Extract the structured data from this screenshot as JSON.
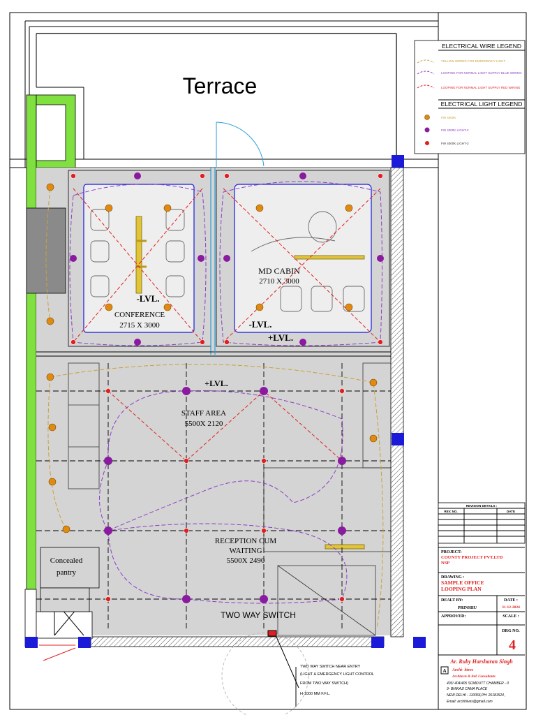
{
  "terrace": "Terrace",
  "legend": {
    "wire_title": "ELECTRICAL WIRE LEGEND",
    "wire_items": [
      "YELLOW WIRING FOR EMERGENCY LIGHT",
      "LOOPING FOR NORMAL LIGHT SUPPLY BLUE WIRING",
      "LOOPING FOR NORMAL LIGHT SUPPLY RED WIRING"
    ],
    "light_title": "ELECTRICAL LIGHT LEGEND",
    "light_items": [
      "FW 4000K",
      "FW 4000K LIGHT-2",
      "FW 4000K LIGHT-3"
    ]
  },
  "rooms": {
    "conference": {
      "name": "CONFERENCE",
      "size": "2715 X 3000",
      "level": "-LVL."
    },
    "md_cabin": {
      "name": "MD CABIN",
      "size": "2710 X 3000",
      "level": "-LVL.",
      "level2": "+LVL."
    },
    "staff": {
      "name": "STAFF AREA",
      "size": "5500X 2120",
      "level": "+LVL."
    },
    "reception": {
      "name": "RECEPTION CUM",
      "name2": "WAITING",
      "size": "5500X 2490"
    },
    "pantry": {
      "name": "Concealed",
      "name2": "pantry"
    },
    "switch_label": "TWO WAY SWITCH"
  },
  "note": [
    "TWO WAY SWITCH NEAR ENTRY",
    "(LIGHT & EMERGENCY LIGHT CONTROL",
    "FROM TWO WAY SWITCH)",
    "H-1000 MM F.F.L."
  ],
  "title_block": {
    "revision_title": "REVISION DETAILS :",
    "rev_no": "REV. NO.",
    "date_head": "DATE",
    "project_label": "PROJECT:",
    "project_value": "COUNTY PROJECT PVT.LTD",
    "project_value2": "NSP",
    "drawing_label": "DRAWING :",
    "drawing_value": "SAMPLE OFFICE",
    "drawing_value2": "LOOPING PLAN",
    "dealt_label": "DEALT BY:",
    "dealt_value": "PRINSHU",
    "date_label": "DATE :",
    "date_value": "31-12-2024",
    "approved_label": "APPROVED:",
    "scale_label": "SCALE :",
    "drg_label": "DRG NO.",
    "drg_value": "4",
    "architect": "Ar. Ruby Harsharan Singh",
    "firm": "Archi- hives",
    "firm_tag": "Architects & Intl. Consultants",
    "addr1": "403/ 404/405 SOMDUTT CHAMBER - II",
    "addr2": "9- BHIKAJI CAMA PLACE",
    "addr3": "NEW DELHI - 110066,PH: 26181524 ,",
    "email": "Email: archihives@gmail.com"
  },
  "colors": {
    "yellow_wire": "#c8a23a",
    "blue_wire": "#8a3fc4",
    "red_wire": "#e02020",
    "floor": "#d4d4d4",
    "wall_green": "#7fe040",
    "column_blue": "#1a1ad8",
    "title_red": "#e02020"
  }
}
